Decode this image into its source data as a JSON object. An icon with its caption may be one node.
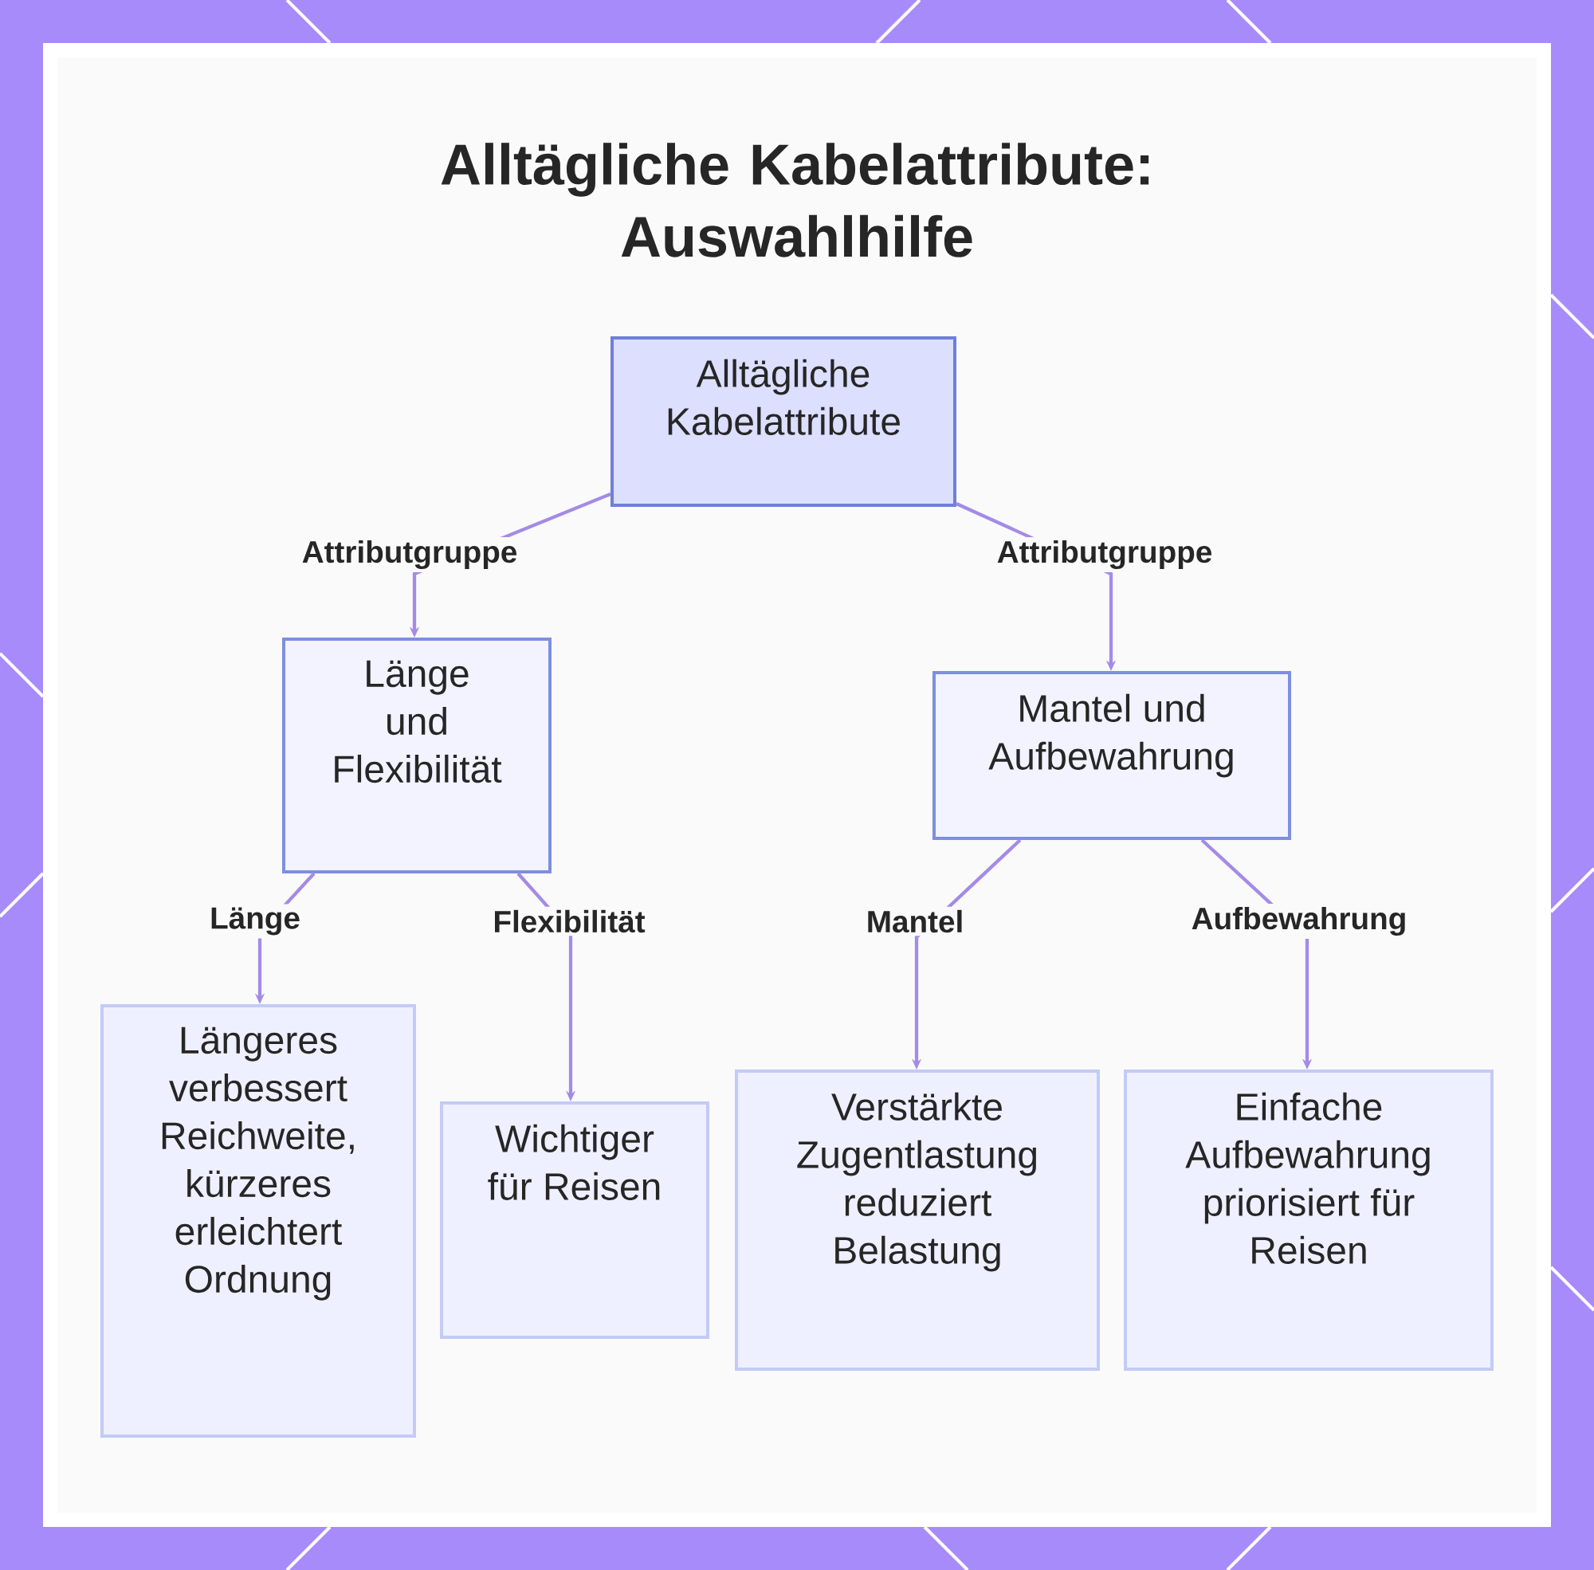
{
  "diagram": {
    "title": "Alltägliche Kabelattribute: Auswahlhilfe",
    "nodes": [
      {
        "text": [
          "Alltägliche Kabelattribute"
        ]
      },
      {
        "text": [
          "Länge und Flexibilität"
        ]
      },
      {
        "text": [
          "Mantel und Aufbewahrung"
        ]
      },
      {
        "text": [
          "Längeres verbessert Reichweite, kürzeres erleichtert Ordnung"
        ]
      },
      {
        "text": [
          "Wichtiger für Reisen"
        ]
      },
      {
        "text": [
          "Verstärkte Zugentlastung reduziert Belastung"
        ]
      },
      {
        "text": [
          "Einfache Aufbewahrung priorisiert für Reisen"
        ]
      }
    ],
    "edges": [
      {
        "from": 0,
        "to": 1,
        "arrow": "to",
        "label": "Attributgruppe"
      },
      {
        "from": 0,
        "to": 2,
        "arrow": "to",
        "label": "Attributgruppe"
      },
      {
        "from": 1,
        "to": 3,
        "arrow": "to",
        "label": "Länge"
      },
      {
        "from": 1,
        "to": 4,
        "arrow": "to",
        "label": "Flexibilität"
      },
      {
        "from": 2,
        "to": 5,
        "arrow": "to",
        "label": "Mantel"
      },
      {
        "from": 2,
        "to": 6,
        "arrow": "to",
        "label": "Aufbewahrung"
      }
    ]
  }
}
